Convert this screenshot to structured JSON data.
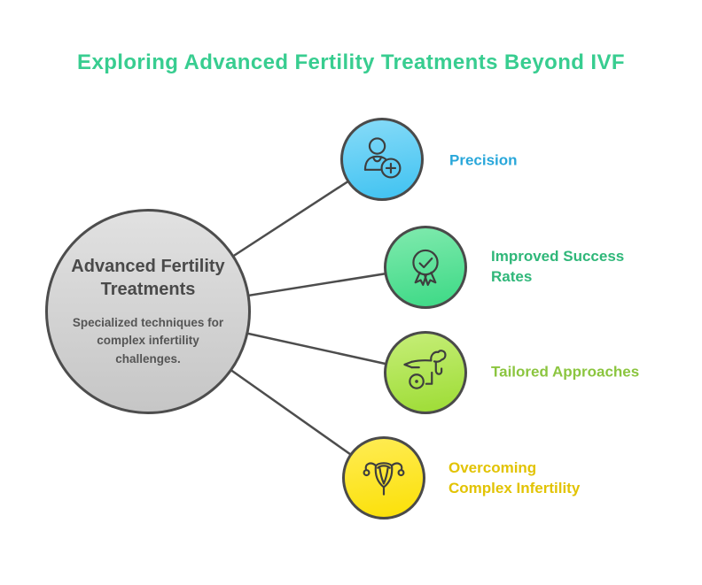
{
  "title": "Exploring Advanced Fertility Treatments Beyond IVF",
  "hub": {
    "heading": "Advanced Fertility Treatments",
    "description": "Specialized techniques for complex infertility challenges."
  },
  "nodes": [
    {
      "label": "Precision",
      "lines": [
        "Precision"
      ],
      "icon": "add-user-icon",
      "circle_top": "#87DBF8",
      "circle_bottom": "#3FC2F1",
      "label_color": "#29A7DA"
    },
    {
      "label": "Improved Success Rates",
      "lines": [
        "Improved Success",
        "Rates"
      ],
      "icon": "award-check-icon",
      "circle_top": "#80EAAE",
      "circle_bottom": "#3CD985",
      "label_color": "#2FB779"
    },
    {
      "label": "Tailored Approaches",
      "lines": [
        "Tailored Approaches"
      ],
      "icon": "dog-wheelchair-icon",
      "circle_top": "#C6EE78",
      "circle_bottom": "#9DDC34",
      "label_color": "#8BC53F"
    },
    {
      "label": "Overcoming Complex Infertility",
      "lines": [
        "Overcoming",
        "Complex Infertility"
      ],
      "icon": "uterus-icon",
      "circle_top": "#FFEC55",
      "circle_bottom": "#FBE006",
      "label_color": "#E2C303"
    }
  ],
  "colors": {
    "background": "#FFFFFF",
    "title": "#38CD90",
    "connector": "#4D4D4D",
    "hub_heading": "#4A4A4A",
    "hub_description": "#555555",
    "circle_border": "#4A4A4A"
  }
}
